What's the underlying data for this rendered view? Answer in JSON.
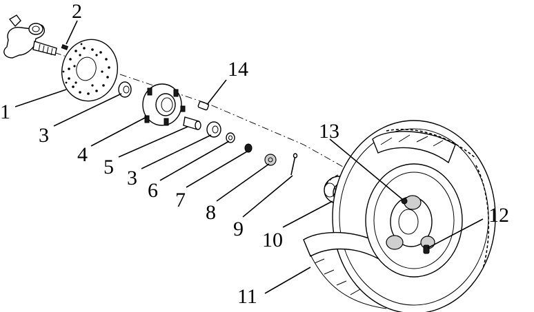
{
  "callouts": [
    {
      "id": "1",
      "label": "1"
    },
    {
      "id": "2",
      "label": "2"
    },
    {
      "id": "3a",
      "label": "3"
    },
    {
      "id": "4",
      "label": "4"
    },
    {
      "id": "5",
      "label": "5"
    },
    {
      "id": "3b",
      "label": "3"
    },
    {
      "id": "6",
      "label": "6"
    },
    {
      "id": "7",
      "label": "7"
    },
    {
      "id": "8",
      "label": "8"
    },
    {
      "id": "9",
      "label": "9"
    },
    {
      "id": "10",
      "label": "10"
    },
    {
      "id": "11",
      "label": "11"
    },
    {
      "id": "12",
      "label": "12"
    },
    {
      "id": "13",
      "label": "13"
    },
    {
      "id": "14",
      "label": "14"
    }
  ]
}
